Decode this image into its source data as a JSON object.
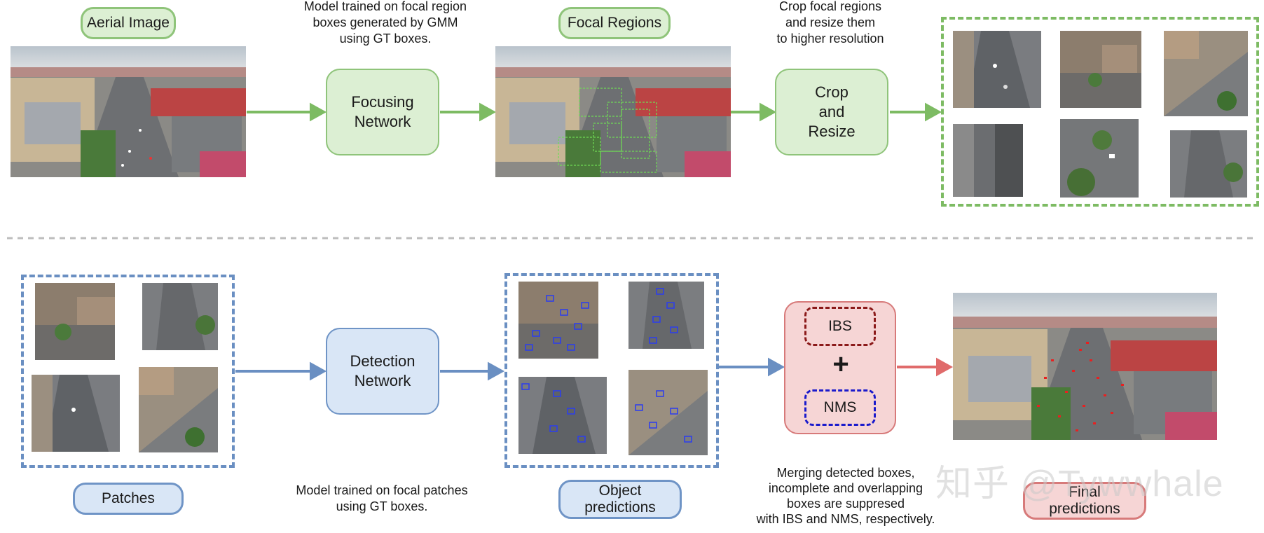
{
  "colors": {
    "green_fill": "#dcefd3",
    "green_stroke": "#8fc47a",
    "green_arrow": "#7dbb63",
    "blue_fill": "#d9e6f6",
    "blue_stroke": "#6f94c6",
    "blue_arrow": "#6a8fc2",
    "red_fill": "#f6d5d5",
    "red_stroke": "#d77a7a",
    "red_arrow": "#e06b6b",
    "ibs_border": "#8b1a1a",
    "nms_border": "#1a1acc",
    "blue_detection_box": "#2a3cf0",
    "red_detection_box": "#e82020"
  },
  "top": {
    "aerial_image_label": "Aerial Image",
    "focusing_caption": "Model trained on focal region\nboxes generated by GMM\nusing GT boxes.",
    "focusing_network_label": "Focusing\nNetwork",
    "focal_regions_label": "Focal Regions",
    "crop_caption": "Crop focal regions\nand resize them\nto higher resolution",
    "crop_resize_label": "Crop\nand\nResize"
  },
  "bottom": {
    "patches_label": "Patches",
    "detection_caption": "Model trained on focal patches\nusing GT boxes.",
    "detection_network_label": "Detection\nNetwork",
    "object_predictions_label": "Object\npredictions",
    "ibs_label": "IBS",
    "plus_symbol": "+",
    "nms_label": "NMS",
    "merging_caption": "Merging detected boxes,\nincomplete and overlapping\nboxes are suppresed\nwith  IBS and NMS, respectively.",
    "final_predictions_label": "Final\npredictions"
  },
  "watermark": "知乎 @Tywwhale",
  "icons": {
    "arrow": "arrow-right-icon"
  }
}
